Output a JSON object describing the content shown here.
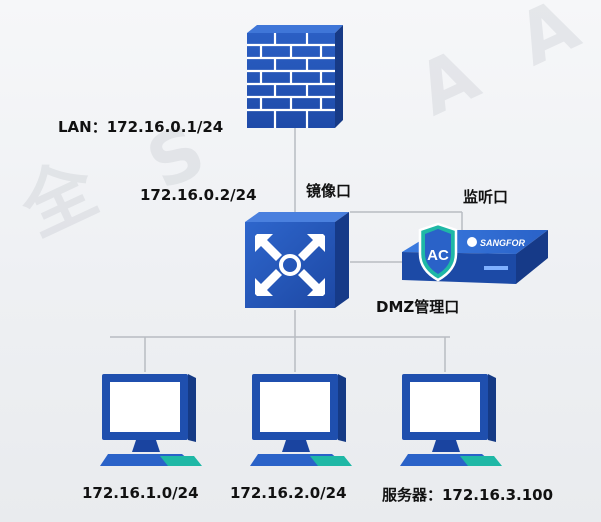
{
  "labels": {
    "lan": "LAN：172.16.0.1/24",
    "firewall_ip": "172.16.0.2/24",
    "mirror_port": "镜像口",
    "listen_port": "监听口",
    "dmz_port": "DMZ管理口",
    "pc1": "172.16.1.0/24",
    "pc2": "172.16.2.0/24",
    "server": "服务器：172.16.3.100"
  },
  "ac_device": {
    "badge": "AC",
    "brand": "SANGFOR"
  },
  "watermark": {
    "glyph1": "全",
    "glyph2": "S",
    "glyph3": "A"
  },
  "colors": {
    "line": "#b8bcc2",
    "device_blue": "#2456b8",
    "device_dark": "#1a3f8f",
    "accent_teal": "#1fb8a6"
  }
}
